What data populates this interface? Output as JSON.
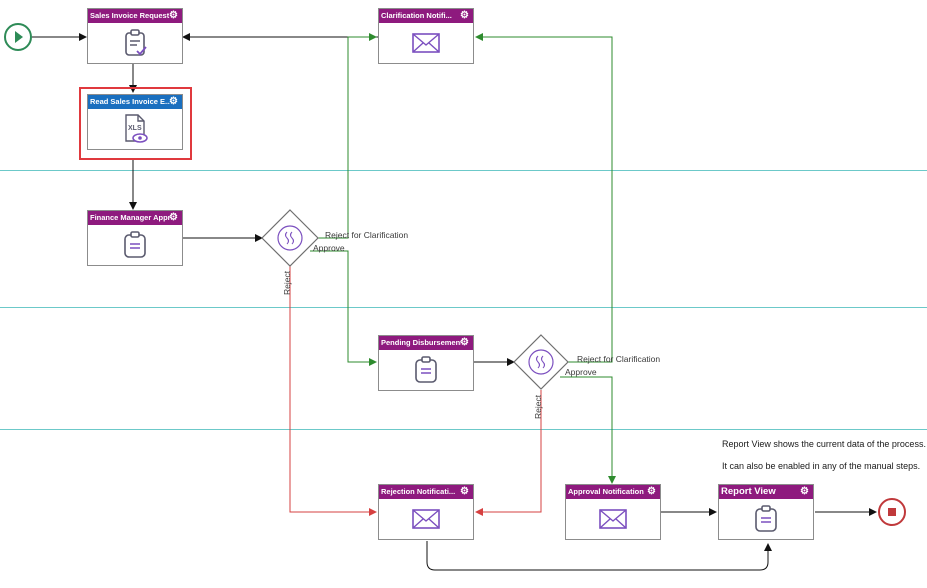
{
  "tasks": {
    "sales_invoice_request": "Sales Invoice Request",
    "read_sales_invoice": "Read Sales Invoice E...",
    "finance_manager": "Finance Manager Appr...",
    "clarification_notification": "Clarification Notifi...",
    "pending_disbursement": "Pending Disbursement",
    "rejection_notification": "Rejection Notificati...",
    "approval_notification": "Approval Notification",
    "report_view": "Report View"
  },
  "edges": {
    "reject_for_clarification_1": "Reject for Clarification",
    "approve_1": "Approve",
    "reject_1": "Reject",
    "reject_for_clarification_2": "Reject for Clarification",
    "approve_2": "Approve",
    "reject_2": "Reject"
  },
  "icons": {
    "xls_label": "XLS"
  },
  "note": {
    "line1": "Report View shows the current data of the process.",
    "line2": "It can also be enabled in any of the manual steps."
  },
  "colors": {
    "task_header": "#8e1a7e",
    "selected_task_header": "#1a6fbf",
    "approve_flow": "#2e8b2e",
    "reject_flow": "#d64040",
    "lane_divider": "#6cc9c9",
    "start_event": "#2e8b57",
    "end_event": "#c0393b",
    "icon_purple": "#7b4fbf"
  }
}
